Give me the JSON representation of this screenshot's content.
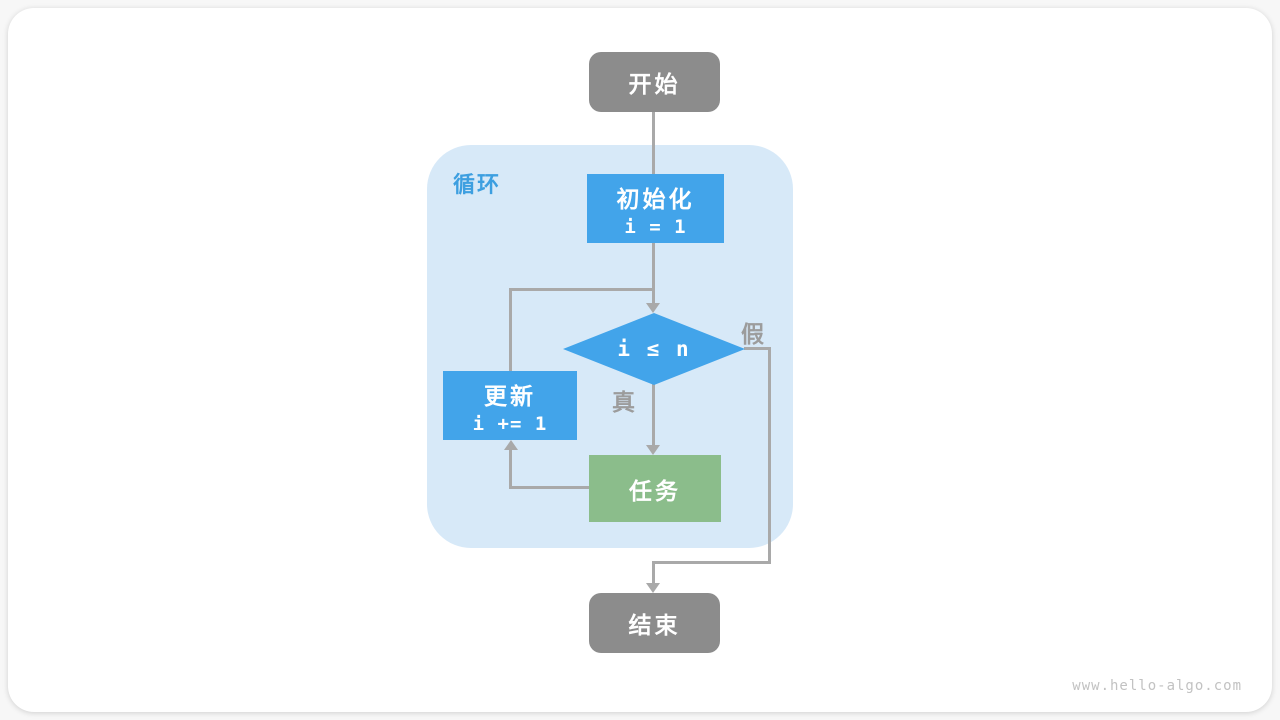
{
  "diagram": {
    "loop_label": "循环",
    "nodes": {
      "start": {
        "label": "开始"
      },
      "init": {
        "title": "初始化",
        "code": "i = 1"
      },
      "cond": {
        "code": "i ≤ n"
      },
      "update": {
        "title": "更新",
        "code": "i += 1"
      },
      "task": {
        "label": "任务"
      },
      "end": {
        "label": "结束"
      }
    },
    "edge_labels": {
      "true_branch": "真",
      "false_branch": "假"
    },
    "colors": {
      "terminal_gray": "#8c8c8c",
      "process_blue": "#42a4ea",
      "process_green": "#8bbd8b",
      "loop_background": "#d7e9f8",
      "loop_label_blue": "#3d9fe0",
      "connector_gray": "#a9a9a9",
      "edge_label_gray": "#9c9c9c"
    },
    "watermark": "www.hello-algo.com"
  }
}
